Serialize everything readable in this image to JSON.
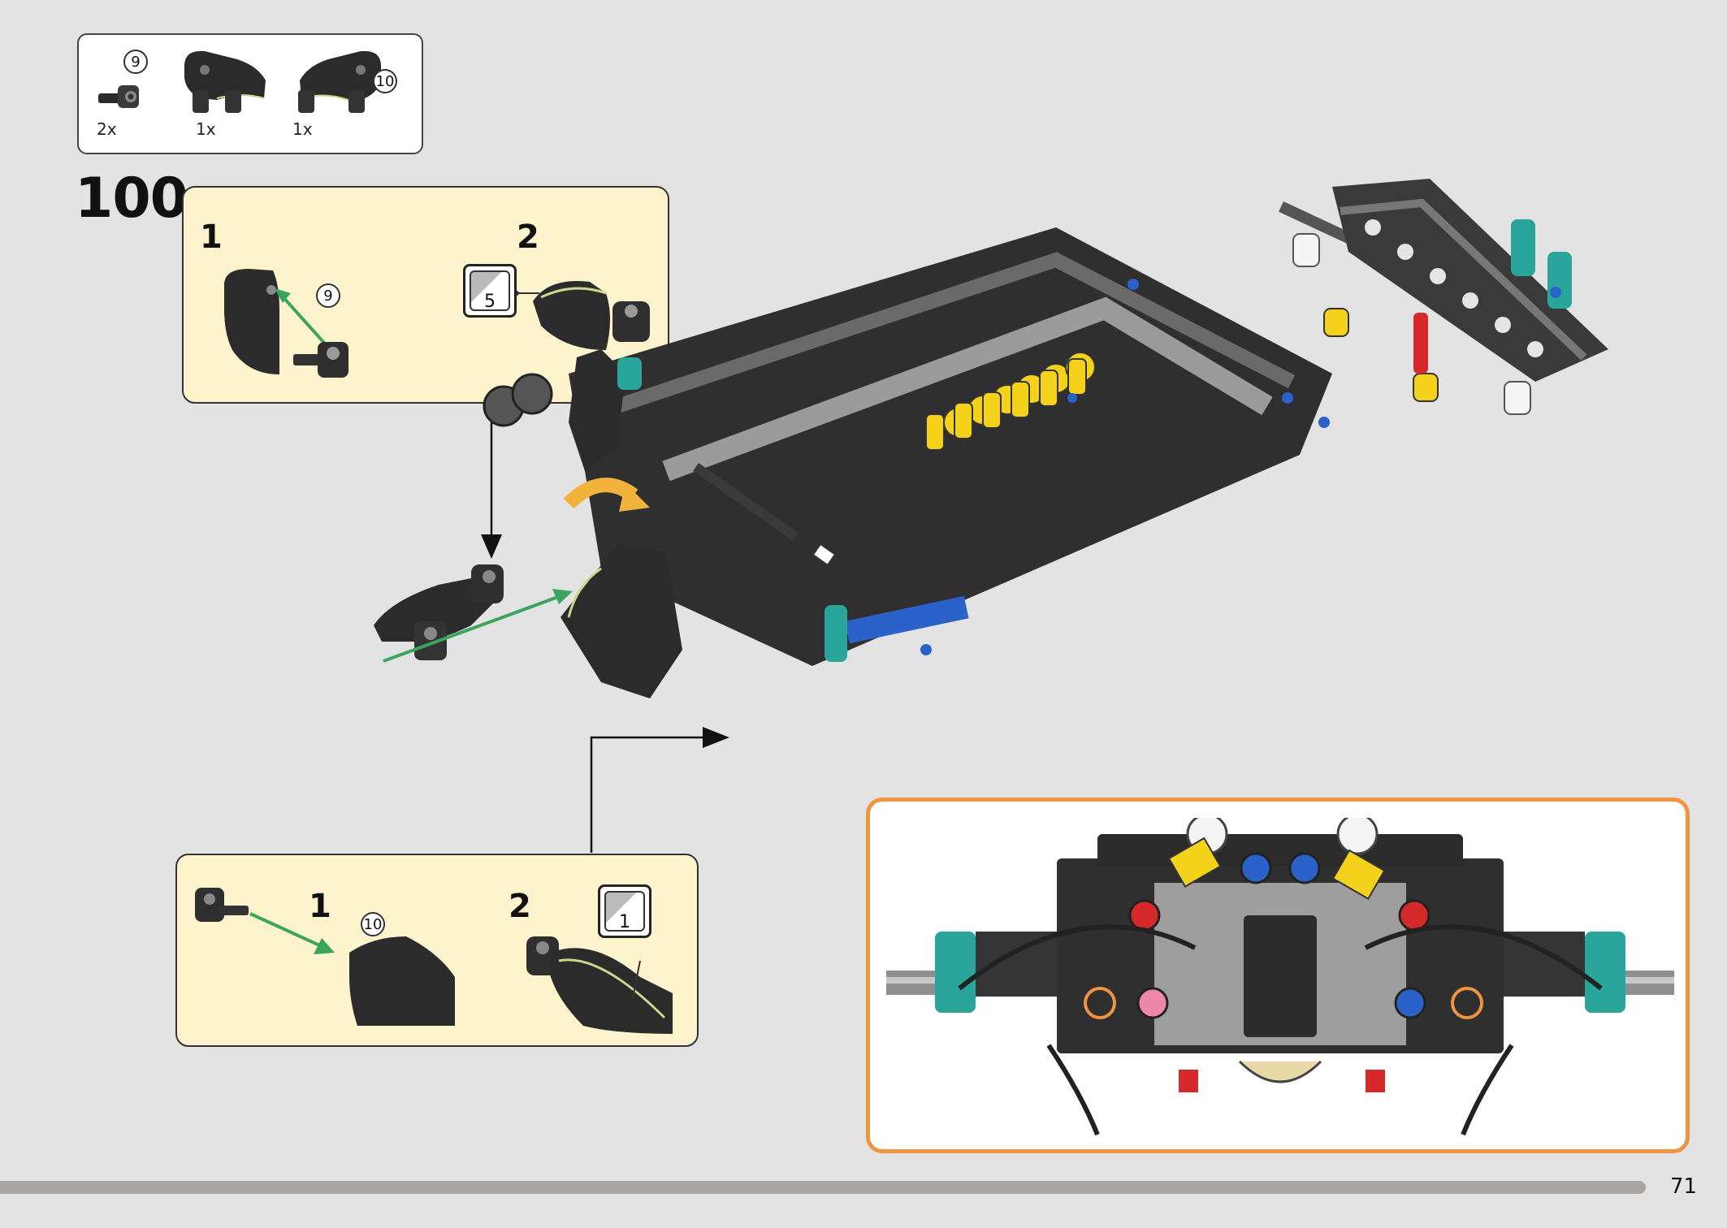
{
  "step": {
    "number": "100"
  },
  "parts_list": {
    "items": [
      {
        "qty": "2x",
        "icon": "axle-pin-with-bush"
      },
      {
        "qty": "1x",
        "icon": "black-panel-left",
        "callout": "9"
      },
      {
        "qty": "1x",
        "icon": "black-panel-right",
        "callout": "10"
      }
    ]
  },
  "substep_top": {
    "step1": {
      "num": "1",
      "callout": "9"
    },
    "step2": {
      "num": "2",
      "rotate_count": "5"
    }
  },
  "substep_bottom": {
    "step1": {
      "num": "1",
      "callout": "10"
    },
    "step2": {
      "num": "2",
      "rotate_count": "1"
    }
  },
  "page": {
    "number": "71"
  },
  "colors": {
    "background": "#e3e3e3",
    "substep_fill": "#fdf3cd",
    "detail_border": "#ef9440",
    "arrow_green": "#3ba55c",
    "rotate_arrow": "#f2b33d"
  }
}
